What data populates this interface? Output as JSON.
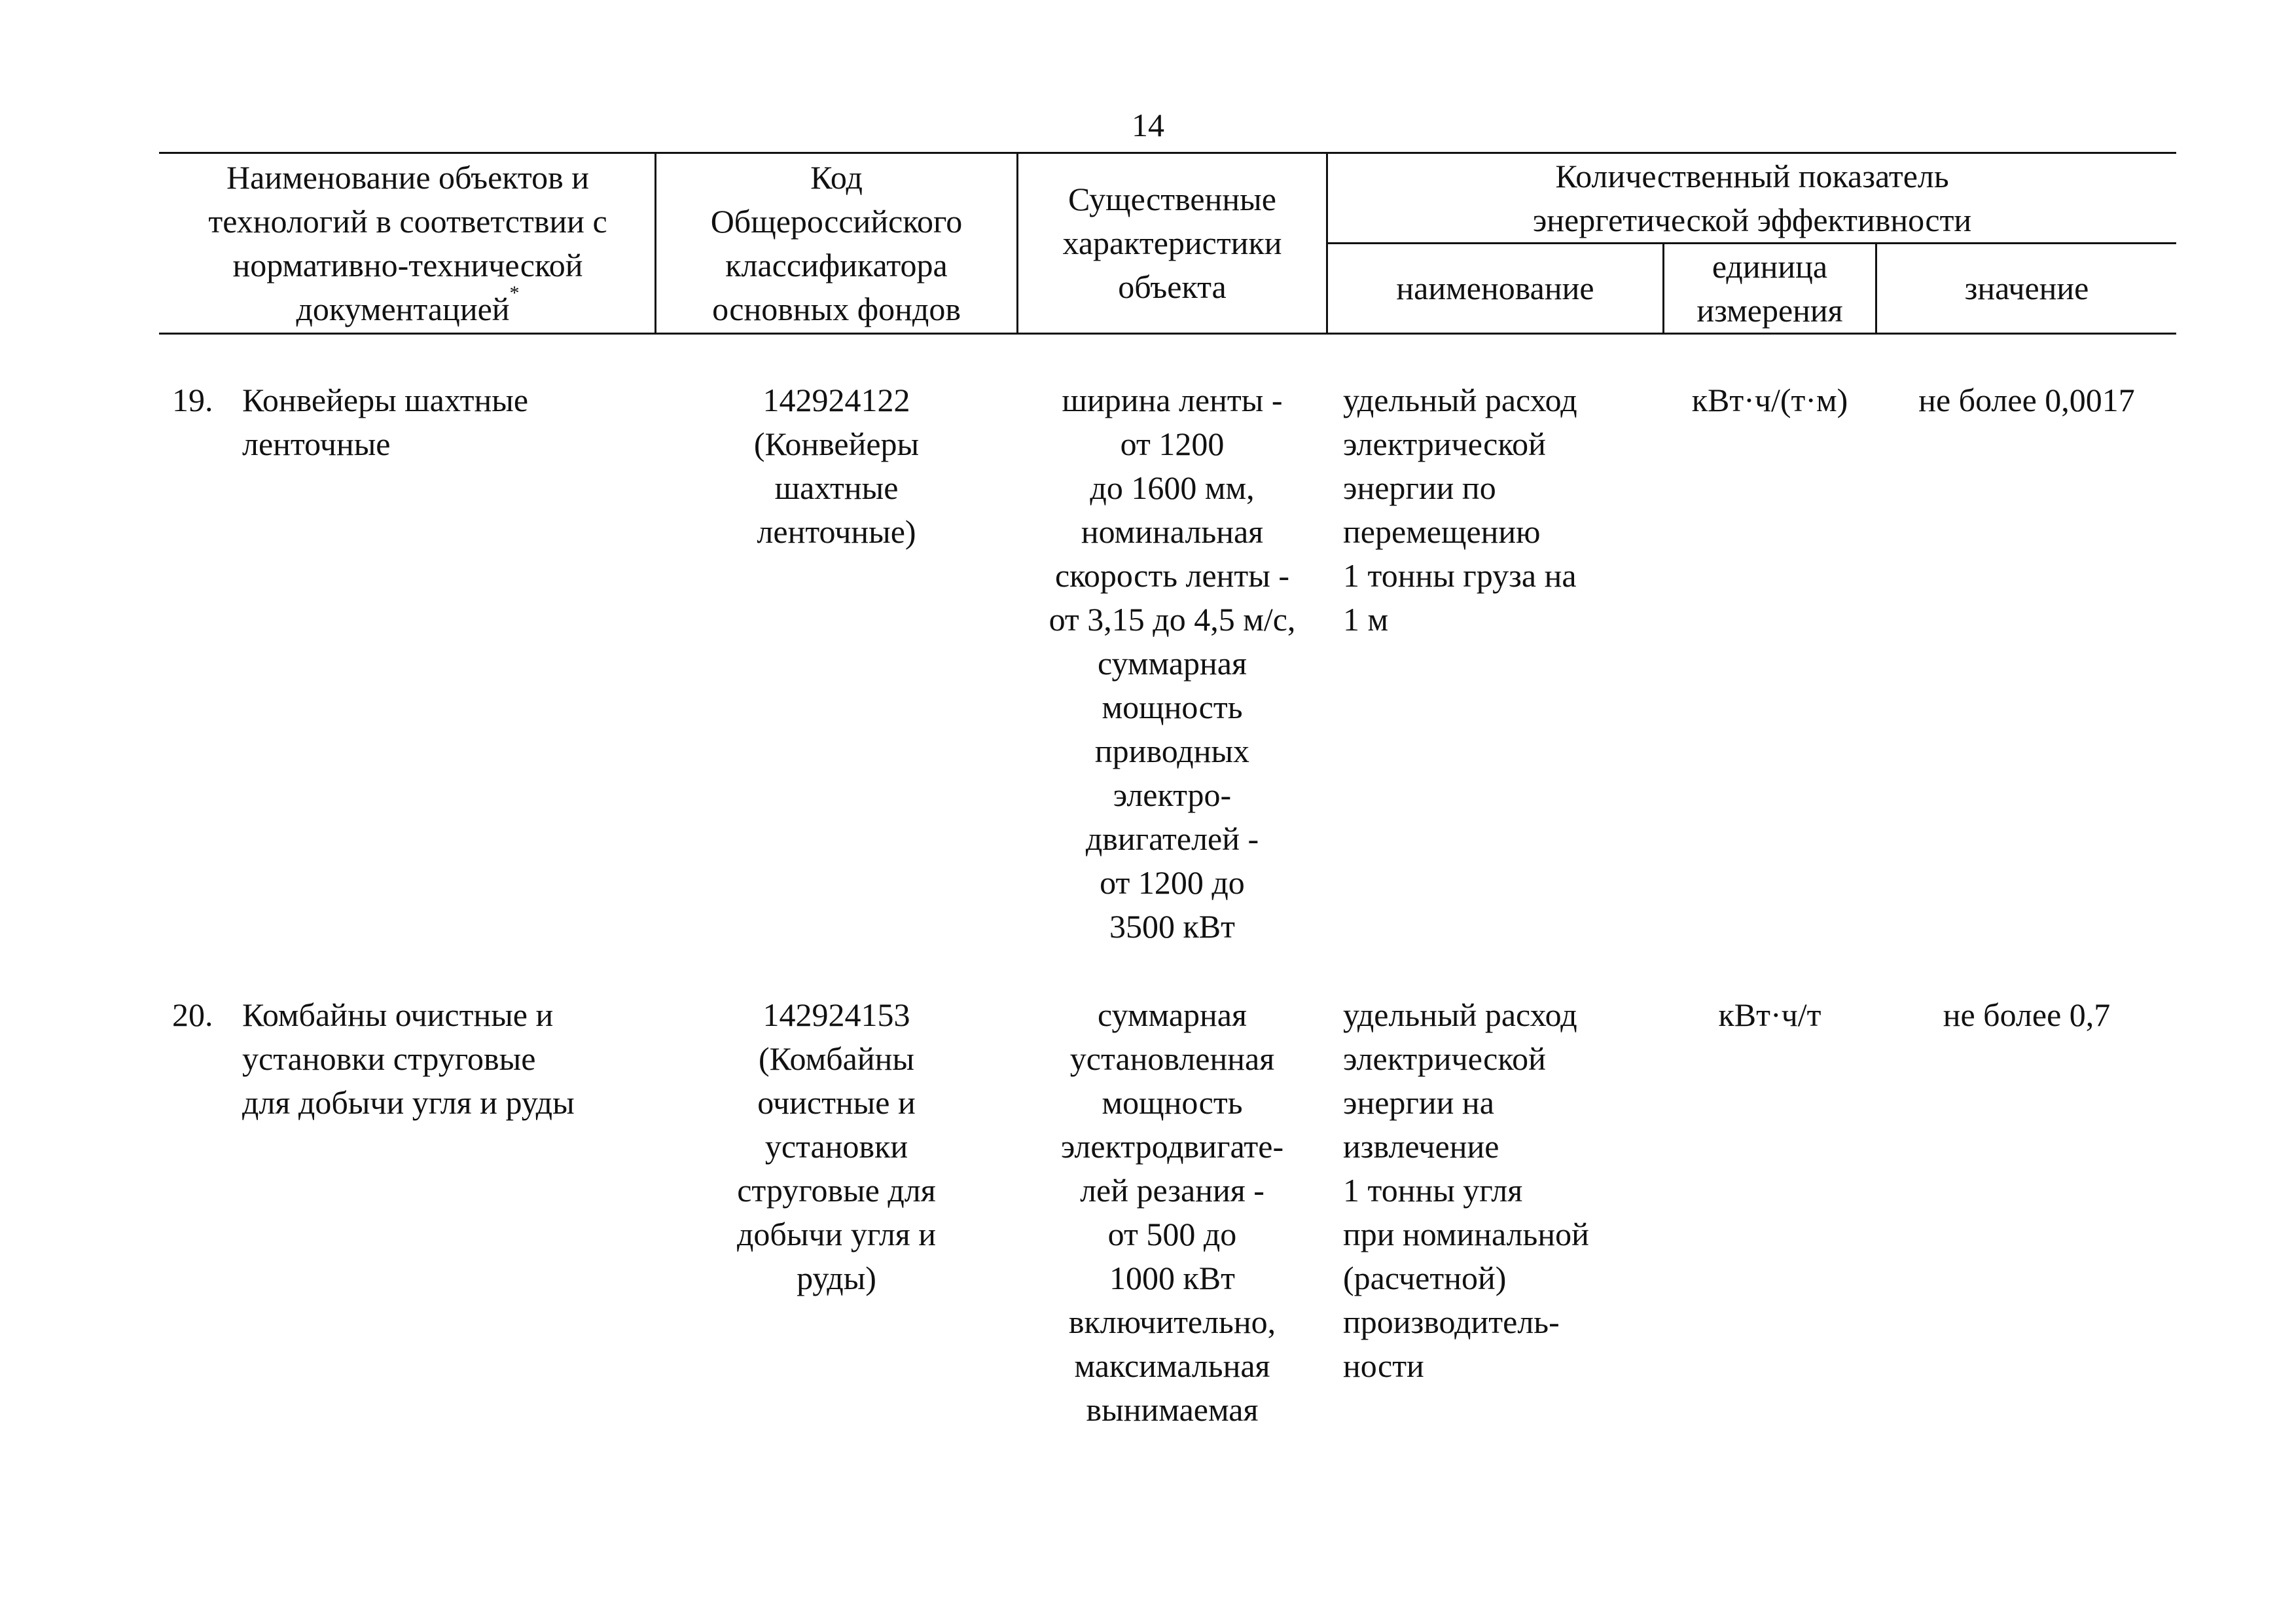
{
  "page_number": "14",
  "header": {
    "col_name": "Наименование объектов и\nтехнологий в соответствии с\nнормативно-технической\nдокументацией",
    "col_name_mark": "*",
    "col_code": "Код\nОбщероссийского\nклассификатора\nосновных фондов",
    "col_characteristics": "Существенные\nхарактеристики\nобъекта",
    "col_indicator_group": "Количественный показатель\nэнергетической эффективности",
    "col_indicator_name": "наименование",
    "col_indicator_unit": "единица\nизмерения",
    "col_indicator_value": "значение"
  },
  "rows": [
    {
      "number": "19.",
      "name": "Конвейеры шахтные\nленточные",
      "code": "142924122\n(Конвейеры\nшахтные\nленточные)",
      "characteristics": "ширина ленты -\nот 1200\nдо 1600 мм,\nноминальная\nскорость ленты -\nот 3,15 до 4,5 м/с,\nсуммарная\nмощность\nприводных\nэлектро-\nдвигателей -\nот 1200 до\n3500 кВт",
      "indicator_name": "удельный расход\nэлектрической\nэнергии по\nперемещению\n1 тонны груза на\n1 м",
      "unit": "кВт·ч/(т·м)",
      "value": "не более 0,0017"
    },
    {
      "number": "20.",
      "name": "Комбайны очистные и\nустановки струговые\nдля добычи угля и руды",
      "code": "142924153\n(Комбайны\nочистные и\nустановки\nструговые для\nдобычи угля и\nруды)",
      "characteristics": "суммарная\nустановленная\nмощность\nэлектродвигате-\nлей резания -\nот 500 до\n1000 кВт\nвключительно,\nмаксимальная\nвынимаемая",
      "indicator_name": "удельный расход\nэлектрической\nэнергии на\nизвлечение\n1 тонны угля\nпри номинальной\n(расчетной)\nпроизводитель-\nности",
      "unit": "кВт·ч/т",
      "value": "не более 0,7"
    }
  ]
}
